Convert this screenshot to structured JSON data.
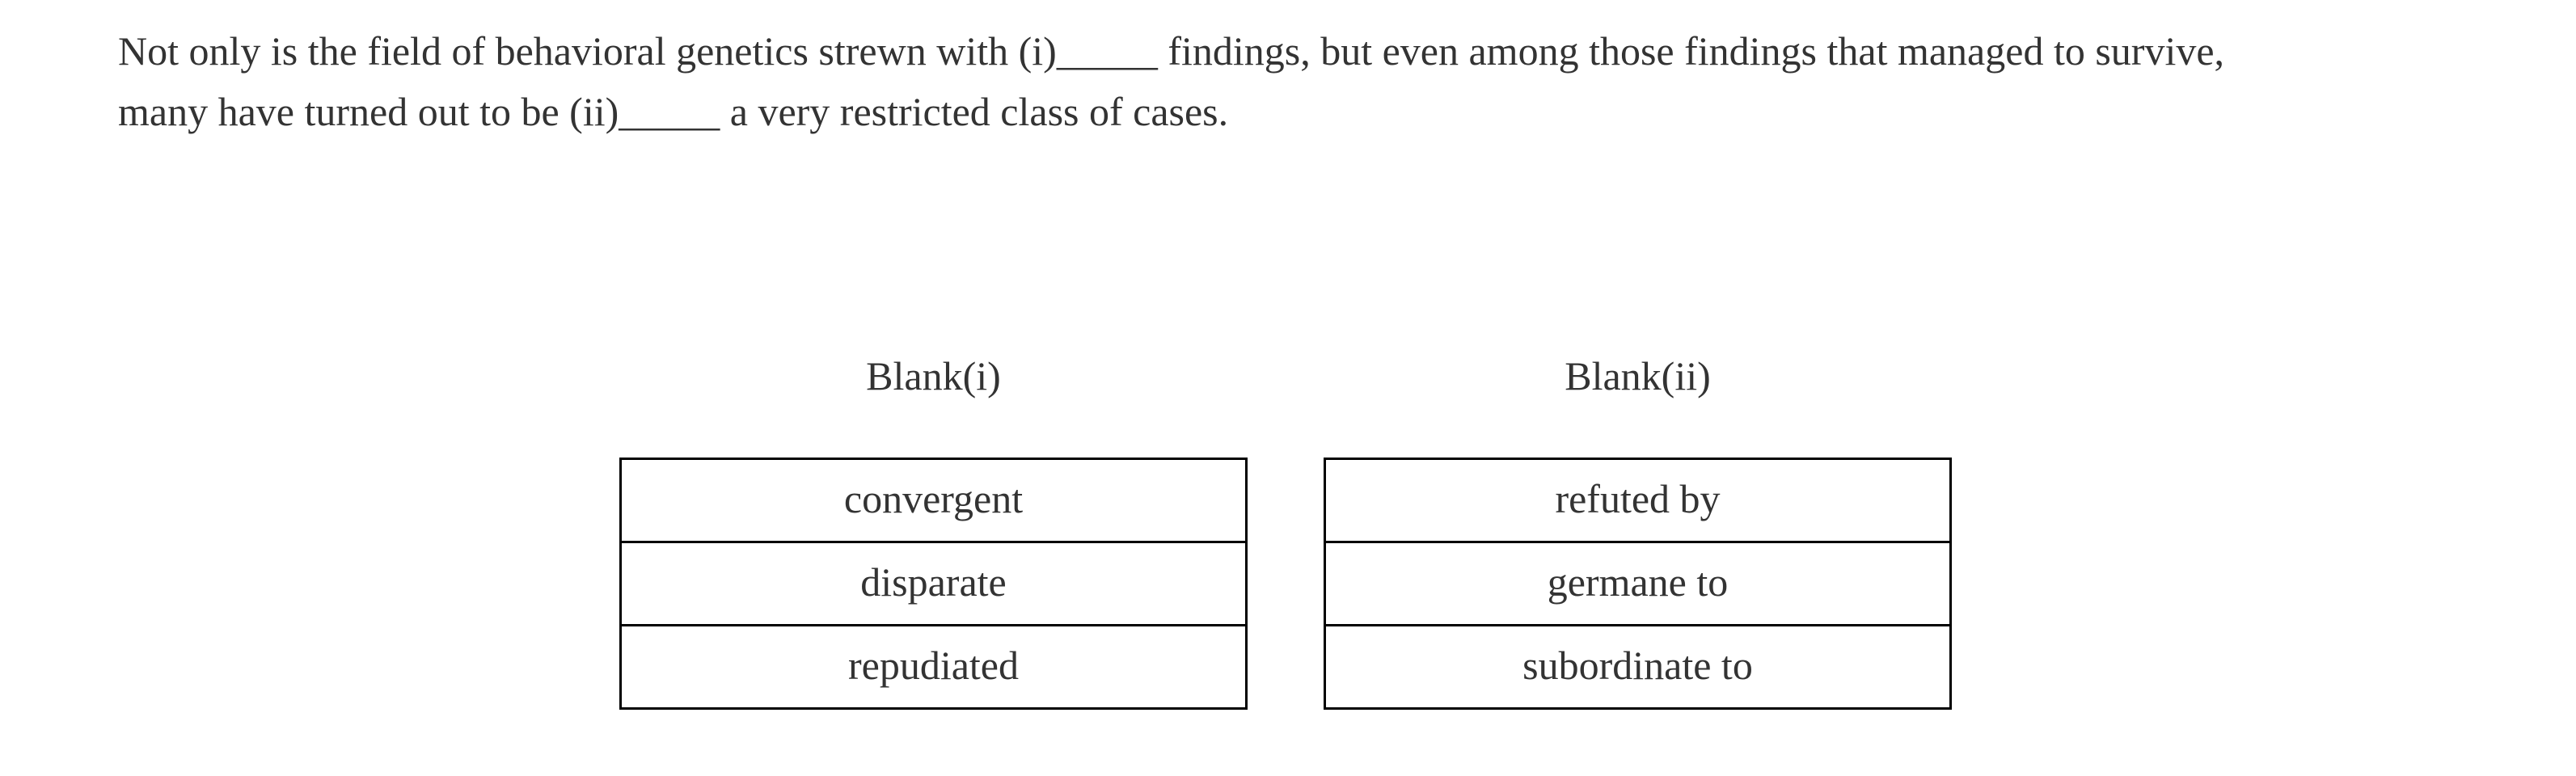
{
  "question": {
    "line1": "Not only is the field of behavioral genetics strewn with (i)_____ findings, but even among those findings that managed to survive,",
    "line2": "many have turned out to be (ii)_____ a very restricted class of cases."
  },
  "blanks": [
    {
      "label": "Blank(i)",
      "options": [
        "convergent",
        "disparate",
        "repudiated"
      ]
    },
    {
      "label": "Blank(ii)",
      "options": [
        "refuted by",
        "germane to",
        "subordinate to"
      ]
    }
  ],
  "colors": {
    "text": "#333333",
    "border": "#000000",
    "background": "#ffffff"
  }
}
